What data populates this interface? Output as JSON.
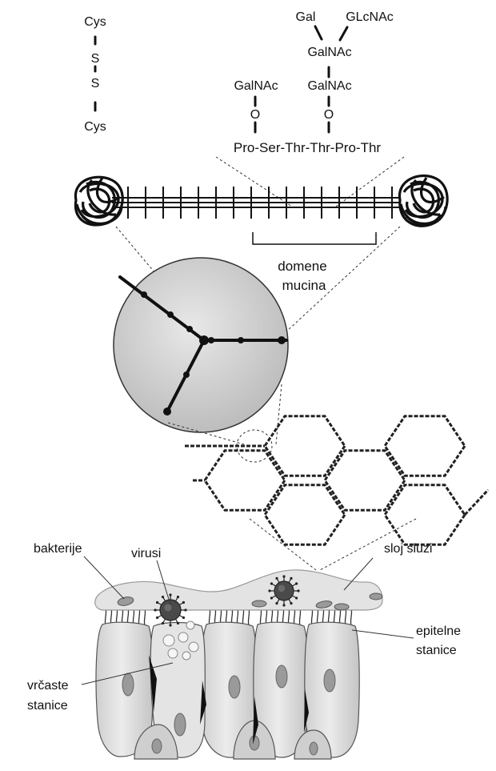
{
  "labels": {
    "cys_top": "Cys",
    "s1": "S",
    "s2": "S",
    "cys_bottom": "Cys",
    "gal": "Gal",
    "glcnac": "GLcNAc",
    "galnac_center": "GalNAc",
    "galnac_left": "GalNAc",
    "galnac_right": "GalNAc",
    "o_left": "O",
    "o_right": "O",
    "peptide": "Pro-Ser-Thr-Thr-Pro-Thr",
    "domene": "domene",
    "mucina": "mucina",
    "bakterije": "bakterije",
    "virusi": "virusi",
    "sloj_sluzi": "sloj sluzi",
    "epitelne": "epitelne",
    "stanice_right": "stanice",
    "vrcaste": "vrčaste",
    "stanice_left": "stanice"
  },
  "colors": {
    "line": "#111111",
    "magnifier_fill": "#d6d6d6",
    "cell_fill": "#dcdcdc",
    "mucus_fill": "#e6e6e6",
    "virus_fill": "#555555"
  }
}
